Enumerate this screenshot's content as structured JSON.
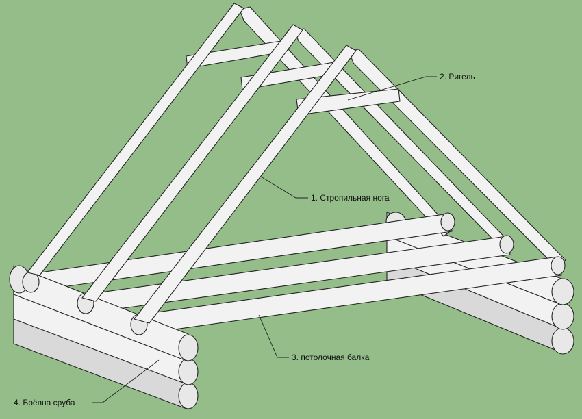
{
  "colors": {
    "background": "#94bd8a",
    "wood": "#f2f2f2",
    "wood_shade": "#d9d9d9",
    "outline": "#222222"
  },
  "labels": {
    "rafter_leg": "1. Стропильная нога",
    "collar_beam": "2. Ригель",
    "ceiling_beam": "3. потолочная балка",
    "frame_logs": "4. Брёвна сруба"
  }
}
